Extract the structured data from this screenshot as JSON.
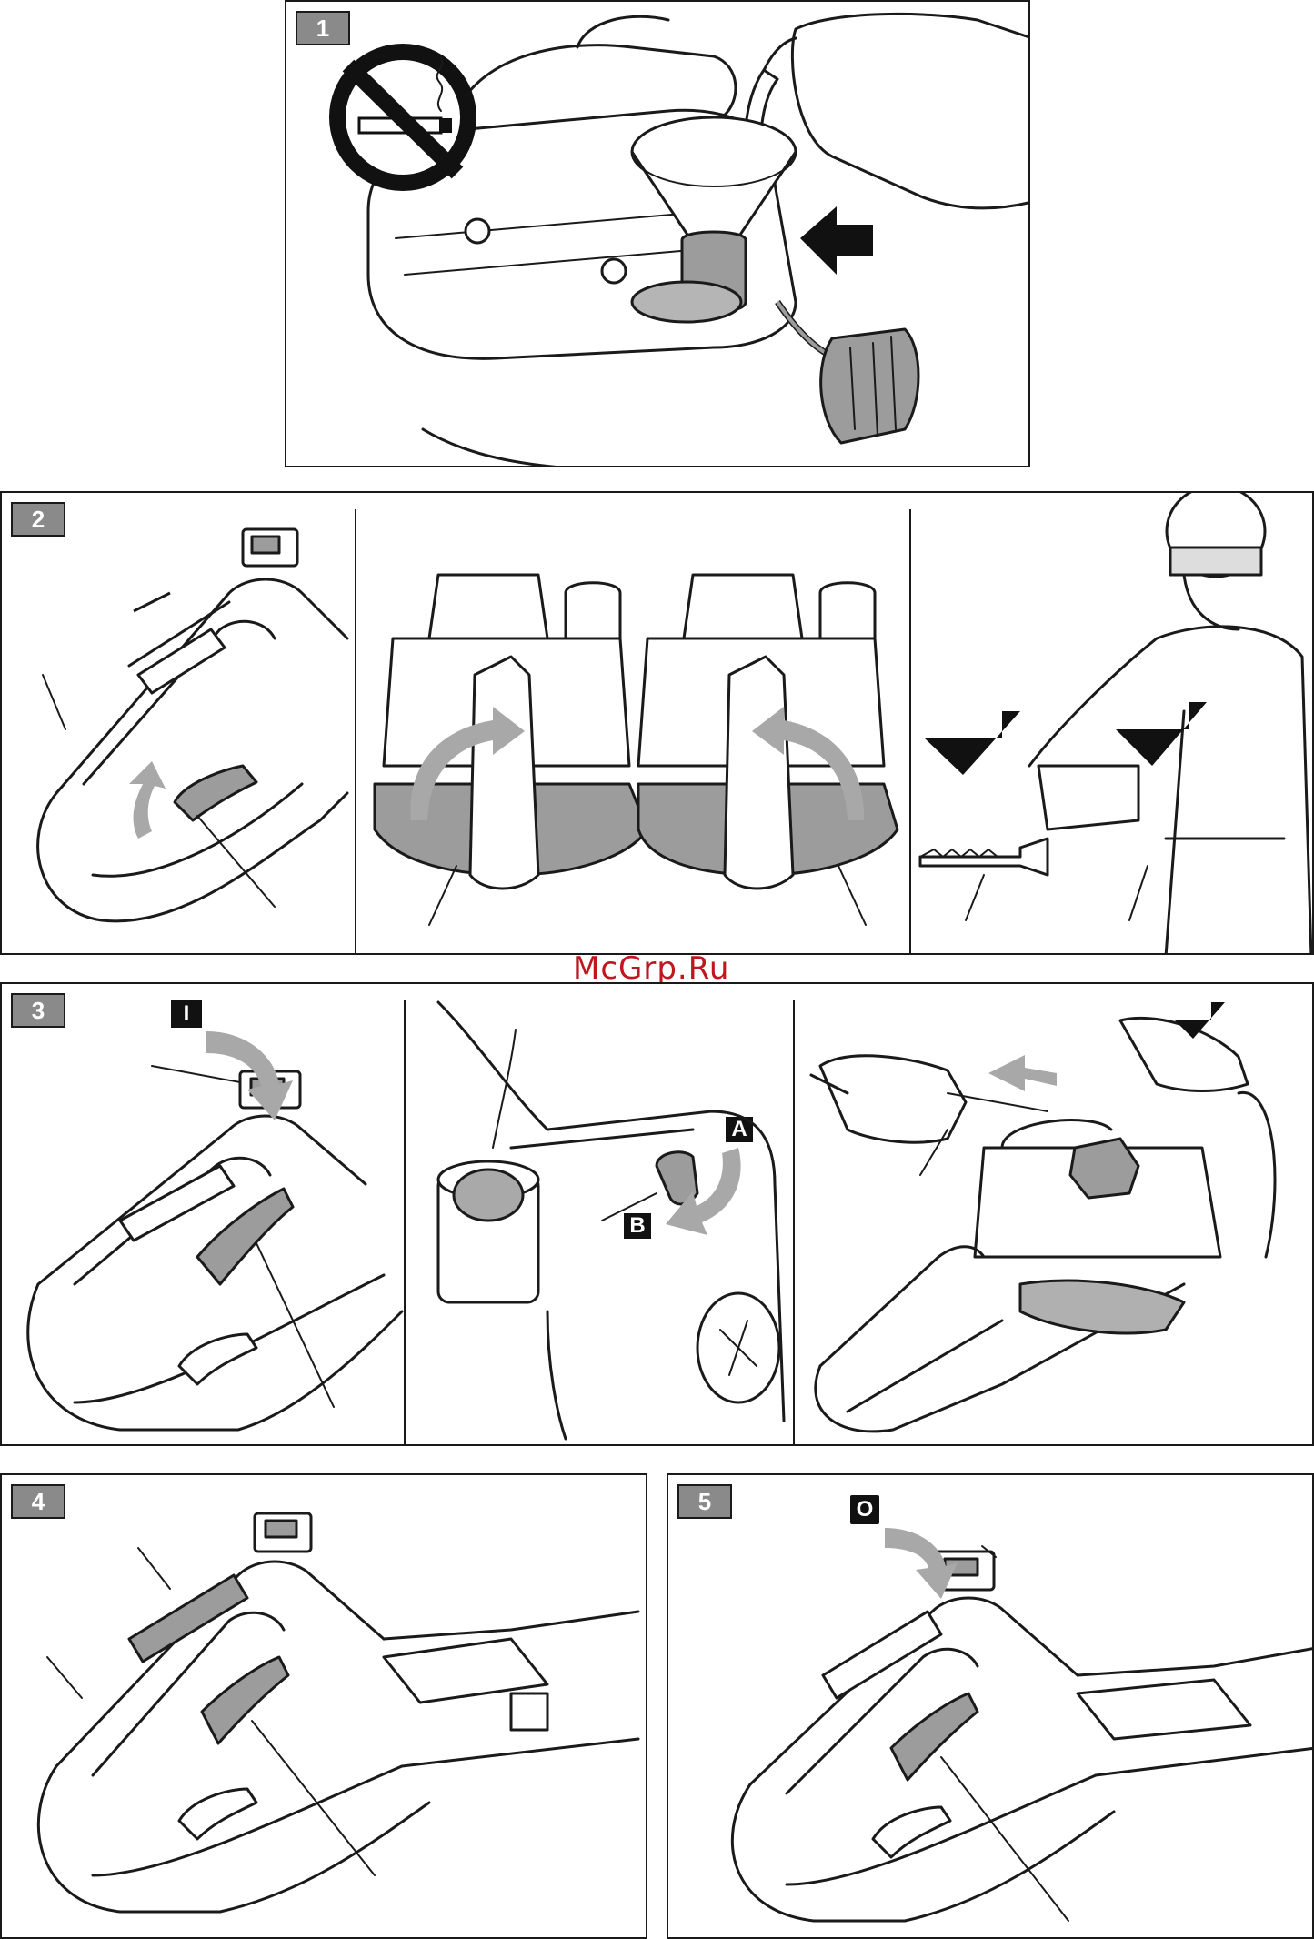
{
  "steps": [
    {
      "number": "1"
    },
    {
      "number": "2"
    },
    {
      "number": "3"
    },
    {
      "number": "4"
    },
    {
      "number": "5"
    }
  ],
  "switch_labels": {
    "on": "I",
    "off": "O",
    "choke_a": "A",
    "choke_b": "B"
  },
  "watermark": "McGrp.Ru",
  "icons": [
    "no-smoking-icon",
    "fuel-funnel-icon",
    "fuel-cap-icon",
    "push-arrow-icon"
  ],
  "colors": {
    "ink": "#1a1a1a",
    "grey_part": "#9c9c9c",
    "badge": "#8a8a8a",
    "watermark": "#c0161f"
  }
}
